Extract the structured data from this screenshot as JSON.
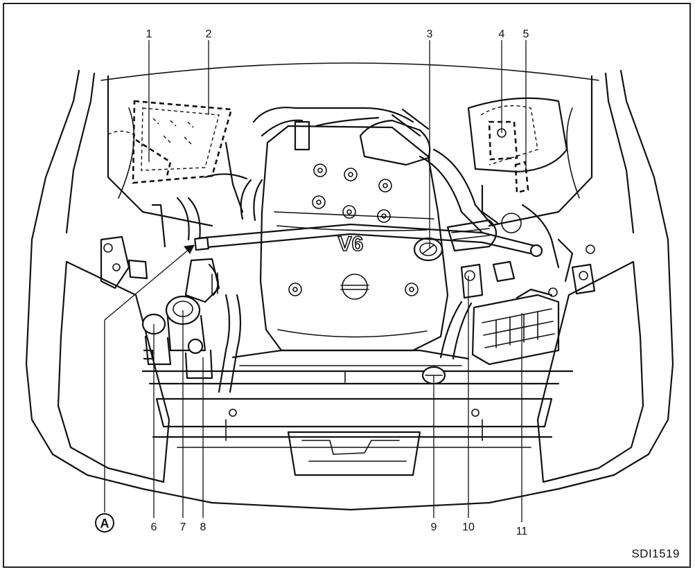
{
  "figure": {
    "figure_code": "SDI1519",
    "callouts": [
      "1",
      "2",
      "3",
      "4",
      "5",
      "6",
      "7",
      "8",
      "9",
      "10",
      "11"
    ],
    "reference_marker": "A",
    "engine_badge": "V6"
  }
}
